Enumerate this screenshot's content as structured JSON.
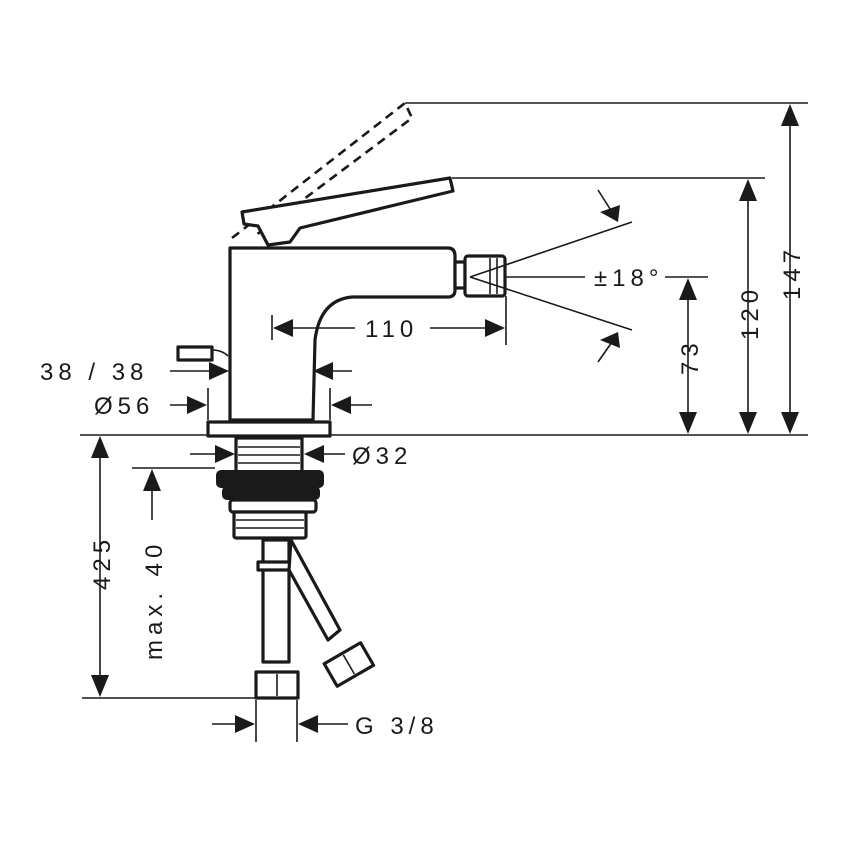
{
  "drawing": {
    "title": "Bidet mixer dimension drawing",
    "colors": {
      "line": "#1a1a1a",
      "background": "#ffffff"
    },
    "dimensions": {
      "total_height": "147",
      "spout_height": "120",
      "outlet_height": "73",
      "spout_reach": "110",
      "swivel_angle": "±18°",
      "body_width_ratio": "38 / 38",
      "base_diameter": "Ø56",
      "shank_diameter": "Ø32",
      "hose_length": "425",
      "max_thickness": "max. 40",
      "connection_thread": "G 3/8"
    }
  }
}
